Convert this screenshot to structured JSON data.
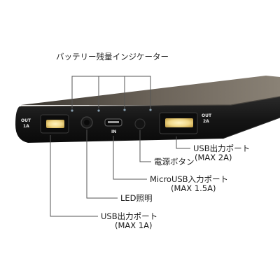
{
  "labels": {
    "battery_indicator": "バッテリー残量インジケーター",
    "usb_out_2a": {
      "line1": "USB出力ポート",
      "line2": "(MAX 2A)"
    },
    "power_button": "電源ボタン",
    "micro_usb_in": {
      "line1": "MicroUSB入力ポート",
      "line2": "(MAX 1.5A)"
    },
    "led_light": "LED照明",
    "usb_out_1a": {
      "line1": "USB出力ポート",
      "line2": "(MAX 1A)"
    }
  },
  "port_markings": {
    "left_out": {
      "line1": "OUT",
      "line2": "1A"
    },
    "micro_in": "IN",
    "right_out": {
      "line1": "OUT",
      "line2": "2A"
    }
  },
  "colors": {
    "device_body": "#1c1c1c",
    "device_top": "#2e2c28",
    "usb_glow": "#f1d98a",
    "leader_line": "#555555"
  }
}
